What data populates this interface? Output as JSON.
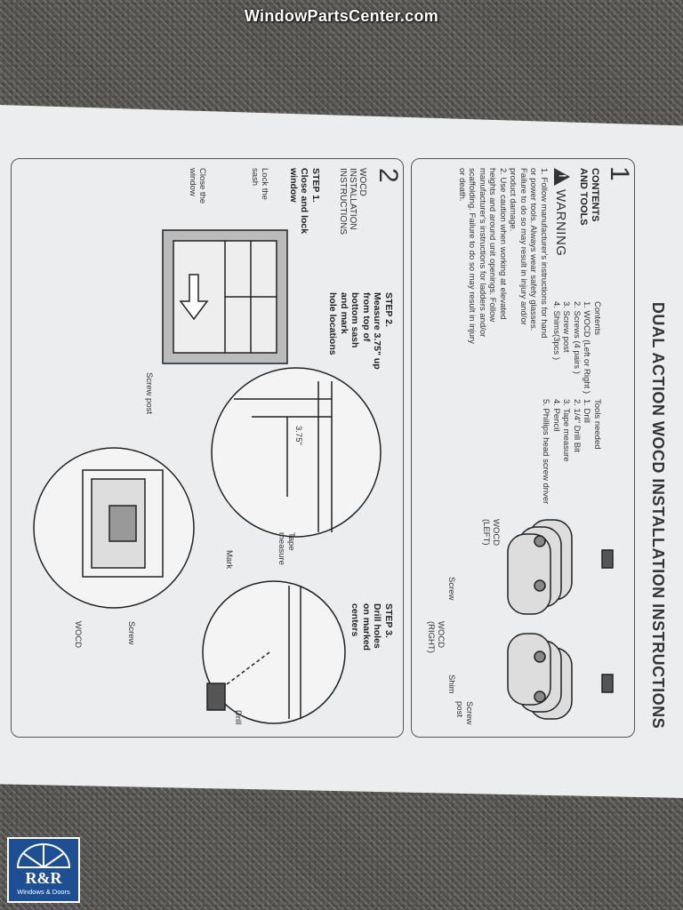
{
  "watermark": "WindowPartsCenter.com",
  "doc": {
    "title": "DUAL ACTION WOCD INSTALLATION INSTRUCTIONS",
    "section1": {
      "number": "1",
      "label_line1": "CONTENTS",
      "label_line2": "AND TOOLS",
      "warning": "WARNING",
      "warning_items": [
        "1. Follow manufacturer's instructions for hand",
        "or power tools. Always wear safety glasses.",
        "Failure to do so may result in injury and/or",
        "product damage.",
        "2. Use caution when working at elevated",
        "heights and around unit openings. Follow",
        "manufacturer's instructions for ladders and/or",
        "scaffolding. Failure to do so may result in injury",
        "or death."
      ],
      "contents_title": "Contents",
      "contents": [
        "1. WOCD (Left or Right )",
        "2. Screws (4 pairs )",
        "3. Screw post",
        "4. Shims(3pcs )"
      ],
      "tools_title": "Tools needed",
      "tools": [
        "1. Drill",
        "2. 1/4\" Drill Bit",
        "3. Tape measure",
        "4. Pencil",
        "5. Phillips head screw driver"
      ],
      "labels": {
        "wocd_left": "WOCD\n(LEFT)",
        "screw": "Screw",
        "wocd_right": "WOCD\n(RIGHT)",
        "shim": "Shim",
        "screw_post": "Screw\npost"
      }
    },
    "section2": {
      "number": "2",
      "label": "WOCD\nINSTALLATION\nINSTRUCTIONS",
      "step1": "STEP 1.\nClose and lock\nwindow",
      "lock_sash": "Lock the\nsash",
      "close_window": "Close the\nwindow",
      "step2": "STEP 2.\nMeasure 3.75\" up\nfrom top of\nbottom sash\nand mark\nhole locations",
      "measure_value": "3.75\"",
      "tape_measure": "Tape\nmeasure",
      "mark": "Mark",
      "step3": "STEP 3.\nDrill holes\non marked\ncenters",
      "drill": "Drill",
      "screw_post": "Screw post",
      "screw": "Screw",
      "wocd": "WOCD"
    }
  },
  "logo": {
    "name": "R&R",
    "tagline": "Windows & Doors"
  }
}
